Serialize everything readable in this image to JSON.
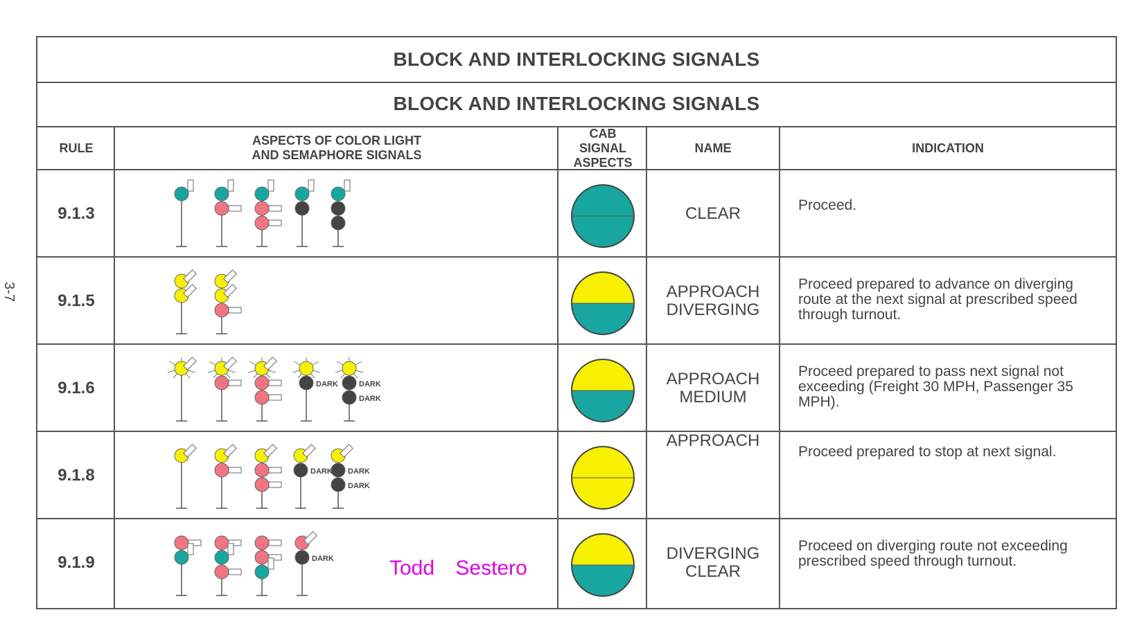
{
  "page_number": "3-7",
  "title": "BLOCK AND INTERLOCKING SIGNALS",
  "subtitle": "BLOCK AND INTERLOCKING SIGNALS",
  "headers": {
    "rule": "RULE",
    "aspects": "ASPECTS OF COLOR LIGHT AND SEMAPHORE SIGNALS",
    "cab": "CAB SIGNAL ASPECTS",
    "name": "NAME",
    "indication": "INDICATION"
  },
  "colors": {
    "green": "#1aa6a0",
    "yellow": "#f7f000",
    "red": "#ef7582",
    "dark": "#444444"
  },
  "rows": [
    {
      "rule": "9.1.3",
      "name": "CLEAR",
      "indication": "Proceed.",
      "cab": [
        "green",
        "green"
      ],
      "signals": [
        {
          "lights": [
            "green"
          ],
          "blades": [
            "up"
          ]
        },
        {
          "lights": [
            "green",
            "red"
          ],
          "blades": [
            "up",
            "h"
          ]
        },
        {
          "lights": [
            "green",
            "red",
            "red"
          ],
          "blades": [
            "up",
            "h",
            "h"
          ]
        },
        {
          "lights": [
            "green",
            "dark"
          ],
          "blades": [
            "up",
            ""
          ]
        },
        {
          "lights": [
            "green",
            "dark",
            "dark"
          ],
          "blades": [
            "up",
            "",
            ""
          ]
        }
      ]
    },
    {
      "rule": "9.1.5",
      "name": "APPROACH DIVERGING",
      "indication": "Proceed prepared to advance on diverging route at the next signal at prescribed speed through turnout.",
      "cab": [
        "yellow",
        "green"
      ],
      "signals": [
        {
          "lights": [
            "yellow",
            "yellow"
          ],
          "blades": [
            "diag",
            "diag"
          ]
        },
        {
          "lights": [
            "yellow",
            "yellow",
            "red"
          ],
          "blades": [
            "diag",
            "diag",
            "h"
          ]
        }
      ]
    },
    {
      "rule": "9.1.6",
      "name": "APPROACH MEDIUM",
      "indication": "Proceed prepared to pass next signal not exceeding (Freight 30 MPH, Passenger 35 MPH).",
      "cab": [
        "yellow",
        "green"
      ],
      "signals": [
        {
          "lights": [
            "flash-yellow"
          ],
          "blades": [
            "diag"
          ]
        },
        {
          "lights": [
            "flash-yellow",
            "red"
          ],
          "blades": [
            "diag",
            "h"
          ]
        },
        {
          "lights": [
            "flash-yellow",
            "red",
            "red"
          ],
          "blades": [
            "diag",
            "h",
            "h"
          ]
        },
        {
          "lights": [
            "flash-yellow",
            "dark"
          ],
          "blades": [
            "",
            "DARK"
          ]
        },
        {
          "lights": [
            "flash-yellow",
            "dark",
            "dark"
          ],
          "blades": [
            "",
            "DARK",
            "DARK"
          ]
        }
      ]
    },
    {
      "rule": "9.1.8",
      "name": "APPROACH",
      "indication": "Proceed prepared to stop at next signal.",
      "cab": [
        "yellow",
        "yellow"
      ],
      "signals": [
        {
          "lights": [
            "yellow"
          ],
          "blades": [
            "diag"
          ]
        },
        {
          "lights": [
            "yellow",
            "red"
          ],
          "blades": [
            "diag",
            "h"
          ]
        },
        {
          "lights": [
            "yellow",
            "red",
            "red"
          ],
          "blades": [
            "diag",
            "h",
            "h"
          ]
        },
        {
          "lights": [
            "yellow",
            "dark"
          ],
          "blades": [
            "diag",
            "DARK"
          ]
        },
        {
          "lights": [
            "yellow",
            "dark",
            "dark"
          ],
          "blades": [
            "diag",
            "DARK",
            "DARK"
          ]
        }
      ]
    },
    {
      "rule": "9.1.9",
      "name": "DIVERGING CLEAR",
      "indication": "Proceed on diverging route not exceeding prescribed speed through turnout.",
      "cab": [
        "yellow",
        "green"
      ],
      "signals": [
        {
          "lights": [
            "red",
            "green"
          ],
          "blades": [
            "h",
            "up"
          ]
        },
        {
          "lights": [
            "red",
            "green",
            "red"
          ],
          "blades": [
            "h",
            "up",
            "h"
          ]
        },
        {
          "lights": [
            "red",
            "red",
            "green"
          ],
          "blades": [
            "h",
            "h",
            "up"
          ]
        },
        {
          "lights": [
            "red",
            "dark"
          ],
          "blades": [
            "diag",
            "DARK"
          ]
        }
      ]
    }
  ],
  "watermark": "Todd Sestero"
}
